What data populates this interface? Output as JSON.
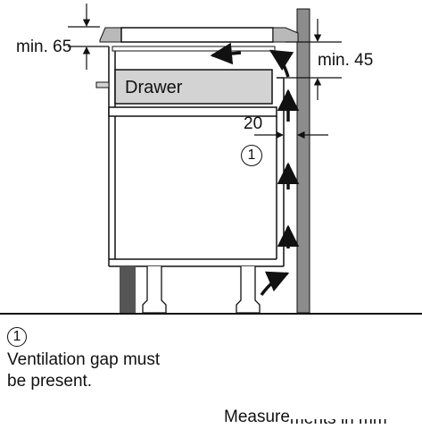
{
  "labels": {
    "min_65": "min. 65",
    "min_45": "min. 45",
    "drawer": "Drawer",
    "gap_20": "20",
    "marker_1": "1"
  },
  "note": {
    "marker": "1",
    "line1": "Ventilation gap must",
    "line2": "be present."
  },
  "footer": {
    "measurements": "Measure",
    "cut_off_tail": "ments in mm"
  },
  "colors": {
    "line": "#111111",
    "wall": "#8c8c8c",
    "cooktop": "#b9b9b9",
    "drawer_fill": "#d3d3d3",
    "plinth": "#555555"
  }
}
